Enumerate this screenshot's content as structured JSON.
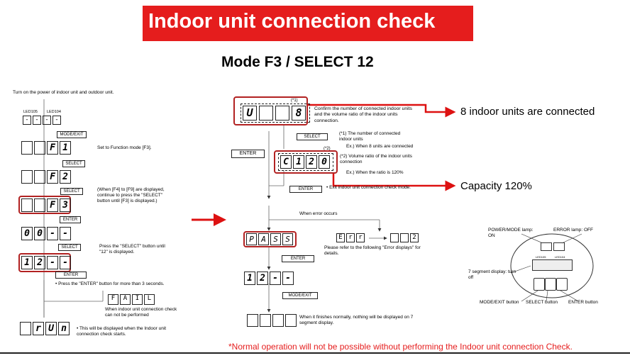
{
  "title": "Indoor unit connection check",
  "subtitle": "Mode F3 / SELECT 12",
  "left": {
    "power_on": "Turn on the power of indoor unit and outdoor unit.",
    "led105": "LED105",
    "led104": "LED104",
    "disp_dashes": [
      "-",
      "-",
      "-",
      "-"
    ],
    "btn_mode_exit": "MODE/EXIT",
    "disp_f1": [
      "",
      "",
      "F",
      "1"
    ],
    "note_f3": "Set to Function mode [F3].",
    "btn_select_1": "SELECT",
    "disp_f2": [
      "",
      "",
      "F",
      "2"
    ],
    "btn_select_2": "SELECT",
    "note_f4": "(When [F4] to [F9] are displayed, continue to press the \"SELECT\" button until [F3] is displayed.)",
    "disp_f3": [
      "",
      "",
      "F",
      "3"
    ],
    "btn_enter_1": "ENTER",
    "disp_00": [
      "0",
      "0",
      "-",
      "-"
    ],
    "btn_select_3": "SELECT",
    "note_12": "Press the \"SELECT\" button until \"12\" is displayed.",
    "disp_12": [
      "1",
      "2",
      "-",
      "-"
    ],
    "btn_enter_2": "ENTER",
    "note_3sec": "•  Press the \"ENTER\" button for more than 3 seconds.",
    "disp_fail": [
      "F",
      "A",
      "I",
      "L"
    ],
    "note_fail": "When indoor unit connection check can not be performed",
    "disp_run": [
      "",
      "r",
      "U",
      "n"
    ],
    "note_run": "•  This will be displayed when the Indoor unit connection check starts."
  },
  "middle": {
    "note_mark1": "(*1)",
    "disp_u8": [
      "U",
      "",
      "",
      "8"
    ],
    "confirm_text": "Confirm the number of connected indoor units and the volume ratio of the indoor units connection.",
    "btn_select": "SELECT",
    "note1": "(*1) The number of connected indoor units",
    "note1_ex": "Ex.) When 8 units are connected",
    "btn_enter_side": "ENTER",
    "note_mark2": "(*2)",
    "disp_c120": [
      "C",
      "1",
      "2",
      "0"
    ],
    "note2": "(*2) Volume ratio of the indoor units connection",
    "note2_ex": "Ex.) When the ratio is 120%",
    "btn_enter_exit": "ENTER",
    "exit_note": "•  Exit indoor unit connection check mode.",
    "when_error": "When error occurs",
    "disp_pass": [
      "P",
      "A",
      "S",
      "S"
    ],
    "disp_err": [
      "E",
      "r",
      "r"
    ],
    "disp_err2": [
      "",
      "",
      "2"
    ],
    "error_ref": "Please refer to the following \"Error displays\" for details.",
    "btn_enter_3": "ENTER",
    "disp_12b": [
      "1",
      "2",
      "-",
      "-"
    ],
    "btn_mode_exit": "MODE/EXIT",
    "finish_note": "When it finishes normally, nothing will be displayed on 7 segment display."
  },
  "callouts": {
    "units": "8 indoor units are connected",
    "capacity": "Capacity 120%"
  },
  "panel": {
    "power_lamp": "POWER/MODE lamp: ON",
    "error_lamp": "ERROR lamp: OFF",
    "seg_off": "7 segment display: turn off",
    "mode_exit_btn": "MODE/EXIT button",
    "select_btn": "SELECT button",
    "enter_btn": "ENTER button",
    "led_label_a": "LED105",
    "led_label_b": "LED104"
  },
  "footnote": "*Normal operation will not be possible without performing the Indoor unit connection Check.",
  "colors": {
    "accent_red": "#e51d1d",
    "box_red": "#b22222"
  }
}
